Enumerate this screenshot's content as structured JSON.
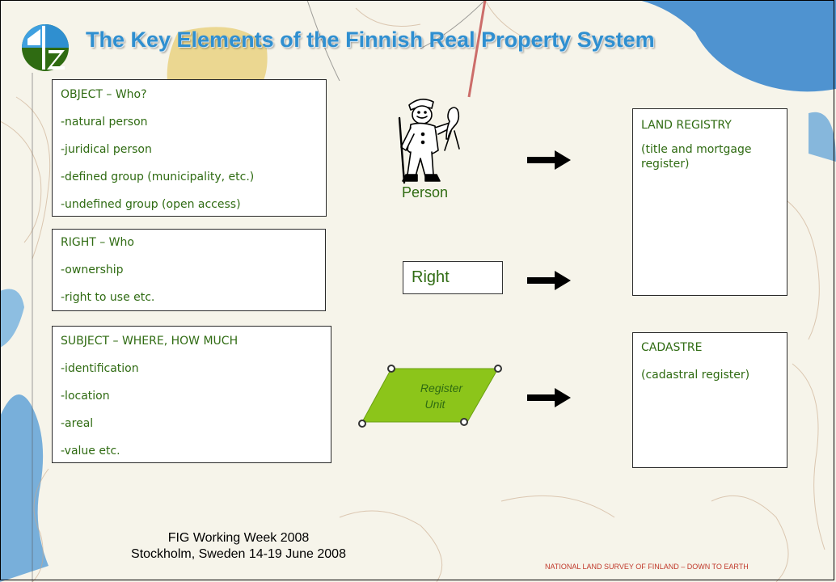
{
  "title": "The Key Elements of the Finnish Real Property System",
  "boxes": {
    "object": {
      "lines": [
        "OBJECT – Who?",
        "-natural person",
        "-juridical person",
        "-defined group (municipality, etc.)",
        "-undefined group (open access)"
      ]
    },
    "right": {
      "lines": [
        "RIGHT – Who",
        "-ownership",
        "-right to use etc."
      ]
    },
    "subject": {
      "lines": [
        "SUBJECT – WHERE, HOW MUCH",
        "-identification",
        "-location",
        "-areal",
        "-value  etc."
      ]
    },
    "land_registry": {
      "lines": [
        "LAND REGISTRY",
        "(title and mortgage",
        "register)"
      ]
    },
    "cadastre": {
      "lines": [
        "CADASTRE",
        "(cadastral register)"
      ]
    }
  },
  "center": {
    "person_label": "Person",
    "right_label": "Right",
    "register_unit": [
      "Register",
      "Unit"
    ]
  },
  "footer": {
    "event": "FIG Working Week 2008",
    "location": "Stockholm, Sweden 14-19 June 2008",
    "org": "NATIONAL LAND SURVEY OF FINLAND – DOWN TO EARTH"
  },
  "colors": {
    "title": "#2f8fd0",
    "text_green": "#2f6b12",
    "register_fill": "#8cc51a",
    "footer_org": "#c0392b"
  }
}
